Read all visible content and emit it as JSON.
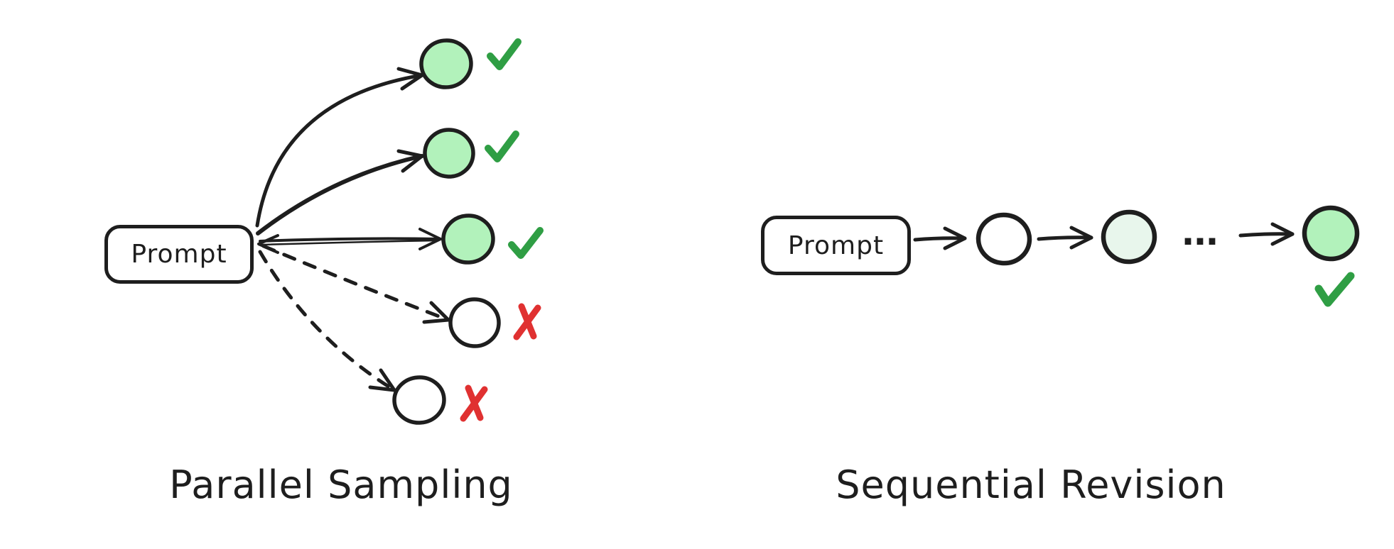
{
  "palette": {
    "background": "#ffffff",
    "ink": "#1e1e1e",
    "node_green": "#b2f2bb",
    "node_pale_green": "#e8f6ec",
    "node_white": "#ffffff",
    "success_green": "#2f9e44",
    "fail_red": "#e03131"
  },
  "parallel_sampling": {
    "title": "Parallel Sampling",
    "prompt_label": "Prompt",
    "branches": [
      {
        "id": "sample-1",
        "arrow": "solid-curved",
        "node_fill": "green",
        "result": "success"
      },
      {
        "id": "sample-2",
        "arrow": "solid-curved",
        "node_fill": "green",
        "result": "success"
      },
      {
        "id": "sample-3",
        "arrow": "solid-straight",
        "node_fill": "green",
        "result": "success"
      },
      {
        "id": "sample-4",
        "arrow": "dashed",
        "node_fill": "white",
        "result": "fail"
      },
      {
        "id": "sample-5",
        "arrow": "dashed",
        "node_fill": "white",
        "result": "fail"
      }
    ]
  },
  "sequential_revision": {
    "title": "Sequential Revision",
    "prompt_label": "Prompt",
    "ellipsis": "...",
    "steps": [
      {
        "id": "step-1",
        "node_fill": "white"
      },
      {
        "id": "step-2",
        "node_fill": "pale_green"
      },
      {
        "id": "step-3",
        "node_fill": "green",
        "result": "success"
      }
    ]
  }
}
